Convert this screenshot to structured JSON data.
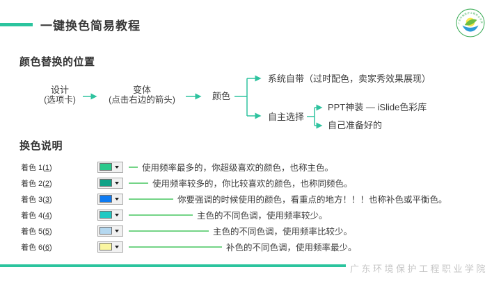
{
  "slide": {
    "title": "一键换色简易教程",
    "footer": "广东环境保护工程职业学院"
  },
  "position_section": {
    "heading": "颜色替换的位置",
    "flow": {
      "design_label": "设计",
      "design_sub": "(选项卡)",
      "variant_label": "变体",
      "variant_sub": "(点击右边的箭头)",
      "color_label": "颜色",
      "system_option": "系统自带（过时配色，卖家秀效果展现）",
      "custom_option": "自主选择",
      "custom_sub1": "PPT神装 — iSlide色彩库",
      "custom_sub2": "自己准备好的"
    }
  },
  "explain_section": {
    "heading": "换色说明",
    "rows": [
      {
        "label_prefix": "着色 1(",
        "accel": "1",
        "label_suffix": ")",
        "swatch_color": "#2BC98C",
        "line_width": 13,
        "desc": "使用频率最多的，你超级喜欢的颜色，也称主色。"
      },
      {
        "label_prefix": "着色 2(",
        "accel": "2",
        "label_suffix": ")",
        "swatch_color": "#0FA287",
        "line_width": 28,
        "desc": "使用频率较多的，你比较喜欢的颜色，也称同频色。"
      },
      {
        "label_prefix": "着色 3(",
        "accel": "3",
        "label_suffix": ")",
        "swatch_color": "#0E7BF2",
        "line_width": 64,
        "desc": "你要强调的时候使用的颜色，看重点的地方！！！也称补色或平衡色。"
      },
      {
        "label_prefix": "着色 4(",
        "accel": "4",
        "label_suffix": ")",
        "swatch_color": "#1FC9C3",
        "line_width": 92,
        "desc": "主色的不同色调，使用频率较少。"
      },
      {
        "label_prefix": "着色 5(",
        "accel": "5",
        "label_suffix": ")",
        "swatch_color": "#B5D8F0",
        "line_width": 115,
        "desc": "主色的不同色调，使用频率比较少。"
      },
      {
        "label_prefix": "着色 6(",
        "accel": "6",
        "label_suffix": ")",
        "swatch_color": "#FAF6A0",
        "line_width": 134,
        "desc": "补色的不同色调，使用频率最少。"
      }
    ]
  },
  "colors": {
    "accent_teal": "#2BC49E",
    "connector_green": "#74D487",
    "arrow_teal": "#2FC39F",
    "footer_text_gray": "#C6C6C6"
  }
}
